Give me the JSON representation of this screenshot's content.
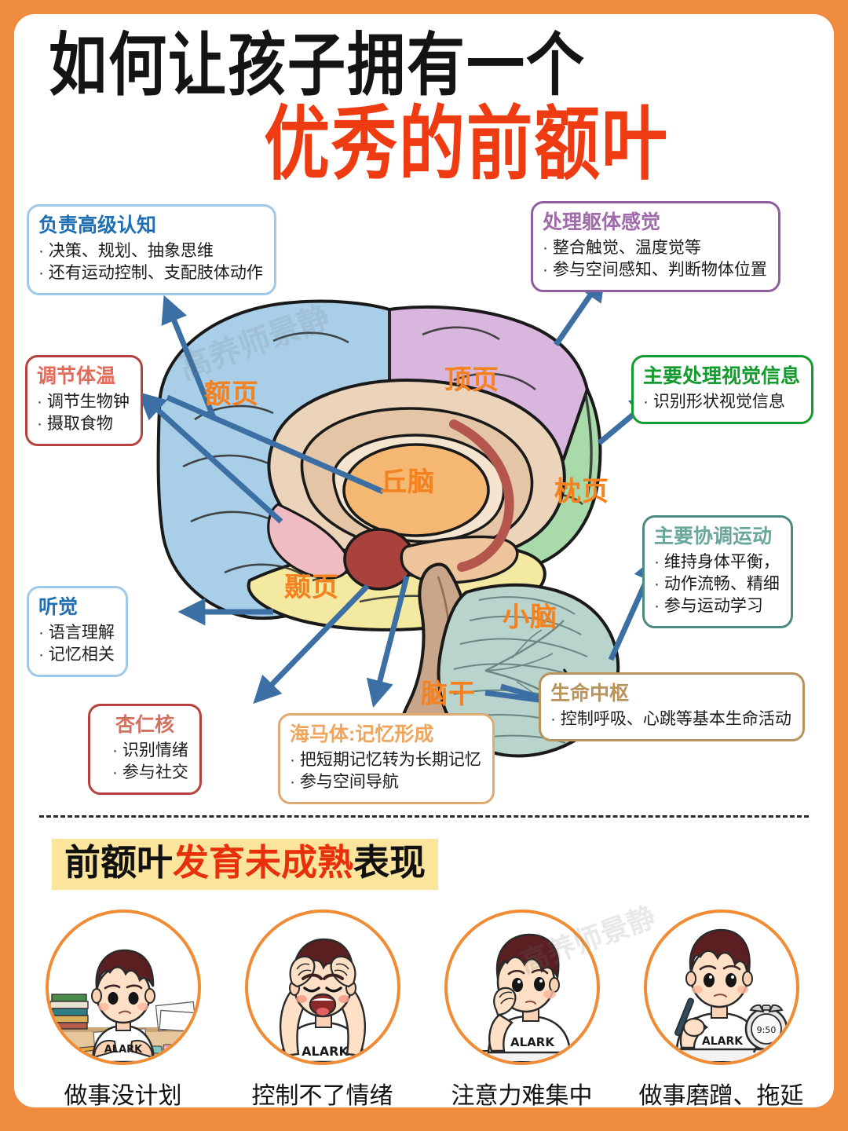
{
  "page": {
    "frame_color": "#ef8c3f",
    "background": "#ffffff",
    "watermark": "高养师景静"
  },
  "title": {
    "line1": "如何让孩子拥有一个",
    "line2": "优秀的前额叶",
    "line1_color": "#141414",
    "line2_color": "#ef3b11"
  },
  "callouts": [
    {
      "id": "higher-cognition",
      "title": "负责高级认知",
      "title_color": "#1f6fb2",
      "border_color": "#9fc9e8",
      "items": [
        "决策、规划、抽象思维",
        "还有运动控制、支配肢体动作"
      ]
    },
    {
      "id": "somatosensory",
      "title": "处理躯体感觉",
      "title_color": "#a06aab",
      "border_color": "#8e5f9e",
      "items": [
        "整合触觉、温度觉等",
        "参与空间感知、判断物体位置"
      ]
    },
    {
      "id": "thermoregulation",
      "title": "调节体温",
      "title_color": "#e36b5a",
      "border_color": "#b5423c",
      "items": [
        "调节生物钟",
        "摄取食物"
      ]
    },
    {
      "id": "visual-processing",
      "title": "主要处理视觉信息",
      "title_color": "#139b2e",
      "border_color": "#139b2e",
      "items": [
        "识别形状视觉信息"
      ]
    },
    {
      "id": "motor-coordination",
      "title": "主要协调运动",
      "title_color": "#6aa79b",
      "border_color": "#4d8a80",
      "items": [
        "维持身体平衡，",
        "动作流畅、精细",
        "参与运动学习"
      ]
    },
    {
      "id": "hearing",
      "title": "听觉",
      "title_color": "#1f6fb2",
      "border_color": "#9fc9e8",
      "items": [
        "语言理解",
        "记忆相关"
      ]
    },
    {
      "id": "amygdala",
      "title": "杏仁核",
      "title_color": "#d2705f",
      "border_color": "#b5423c",
      "items": [
        "识别情绪",
        "参与社交"
      ]
    },
    {
      "id": "hippocampus",
      "title": "海马体:记忆形成",
      "title_color": "#f0a55c",
      "border_color": "#e0ab73",
      "items": [
        "把短期记忆转为长期记忆",
        "参与空间导航"
      ]
    },
    {
      "id": "life-center",
      "title": "生命中枢",
      "title_color": "#b9935c",
      "border_color": "#b9935c",
      "items": [
        "控制呼吸、心跳等基本生命活动"
      ]
    }
  ],
  "brain_labels": [
    {
      "id": "frontal-lobe",
      "text": "额页",
      "color": "#f58220"
    },
    {
      "id": "parietal-lobe",
      "text": "顶页",
      "color": "#f58220"
    },
    {
      "id": "thalamus",
      "text": "丘脑",
      "color": "#f58220"
    },
    {
      "id": "occipital-lobe",
      "text": "枕页",
      "color": "#f58220"
    },
    {
      "id": "temporal-lobe",
      "text": "颞页",
      "color": "#f58220"
    },
    {
      "id": "cerebellum",
      "text": "小脑",
      "color": "#f58220"
    },
    {
      "id": "brainstem",
      "text": "脑干",
      "color": "#f58220"
    }
  ],
  "brain_colors": {
    "frontal": "#a9cfe8",
    "parietal": "#d9b6dd",
    "occipital": "#a9dbaa",
    "temporal": "#f4e9a0",
    "cerebellum": "#b9d3cd",
    "brainstem": "#c9a589",
    "corpus_callosum": "#ecd4bb",
    "thalamus": "#f5b872",
    "amygdala": "#a9423c",
    "hypothalamus": "#f0bcc4",
    "arrow": "#3c6fa3"
  },
  "section_header": {
    "part1": "前额叶",
    "part2": "发育未成熟",
    "part3": "表现",
    "highlight_bg": "#fbe49c",
    "part2_color": "#e8310c"
  },
  "symptoms": [
    {
      "id": "no-plan",
      "caption": "做事没计划",
      "shirt_text": "ALARK",
      "scene": "boy-at-desk-with-books"
    },
    {
      "id": "no-emotion",
      "caption": "控制不了情绪",
      "shirt_text": "ALARK",
      "scene": "boy-screaming-hands-on-head"
    },
    {
      "id": "no-focus",
      "caption": "注意力难集中",
      "shirt_text": "ALARK",
      "scene": "boy-daydreaming-chin-on-hand"
    },
    {
      "id": "procrastinate",
      "caption": "做事磨蹭、拖延",
      "shirt_text": "ALARK",
      "scene": "boy-with-pen-and-clock",
      "clock_time": "9:50"
    }
  ]
}
